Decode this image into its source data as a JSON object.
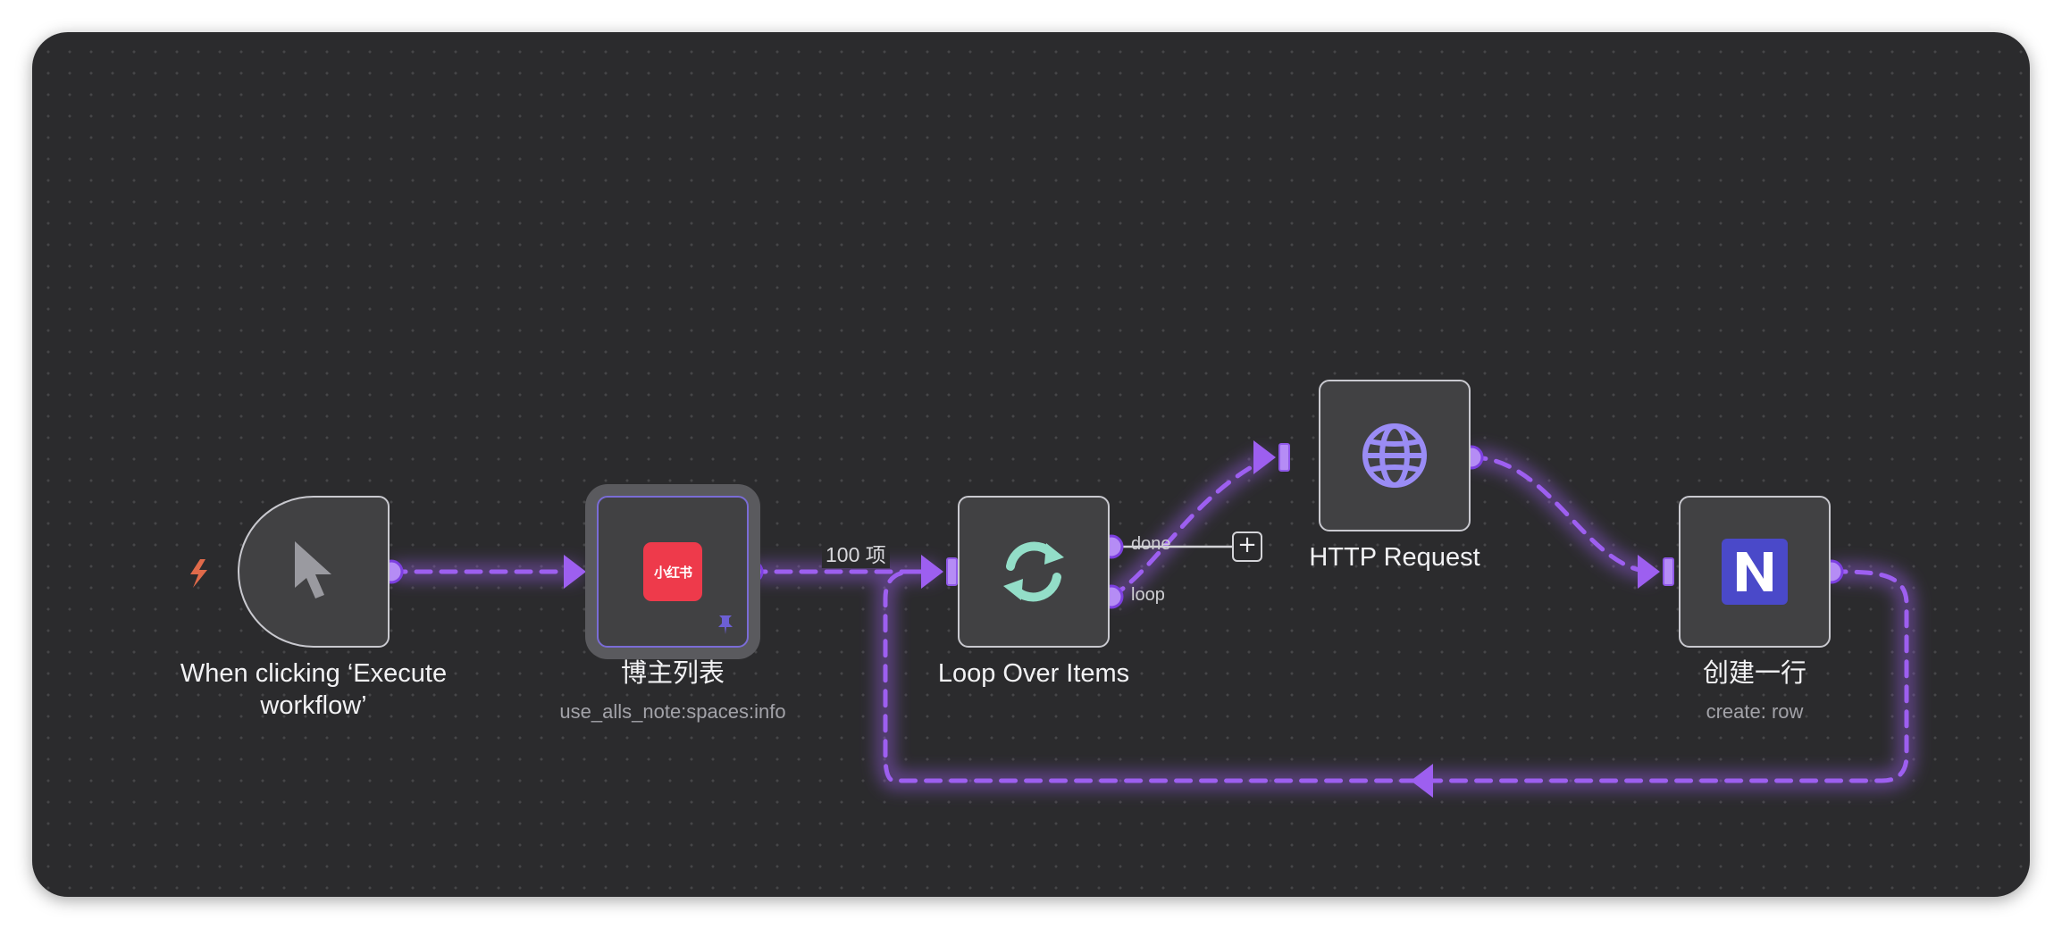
{
  "workflow": {
    "nodes": [
      {
        "title_line1": "When clicking ‘Execute",
        "title_line2": "workflow’",
        "icon": "cursor-arrow-icon"
      },
      {
        "title": "博主列表",
        "subtitle": "use_alls_note:spaces:info",
        "icon_text": "小红书",
        "icon": "xiaohongshu-logo-icon",
        "pinned": true
      },
      {
        "title": "Loop Over Items",
        "icon": "loop-arrows-icon",
        "outputs": [
          "done",
          "loop"
        ]
      },
      {
        "title": "HTTP Request",
        "icon": "globe-icon"
      },
      {
        "title": "创建一行",
        "subtitle": "create: row",
        "icon": "notion-logo-icon"
      }
    ],
    "edges": [
      {
        "label": "100 项"
      }
    ],
    "add_button_label": "+"
  },
  "colors": {
    "canvas_bg": "#2b2b2d",
    "node_bg": "#414143",
    "connection": "#9d5ff0",
    "trigger_bolt": "#e06a4a",
    "loop_icon": "#93dec8",
    "globe_icon": "#9a8cf5",
    "xiaohongshu": "#ee3a4b",
    "notion": "#4a49c9"
  }
}
